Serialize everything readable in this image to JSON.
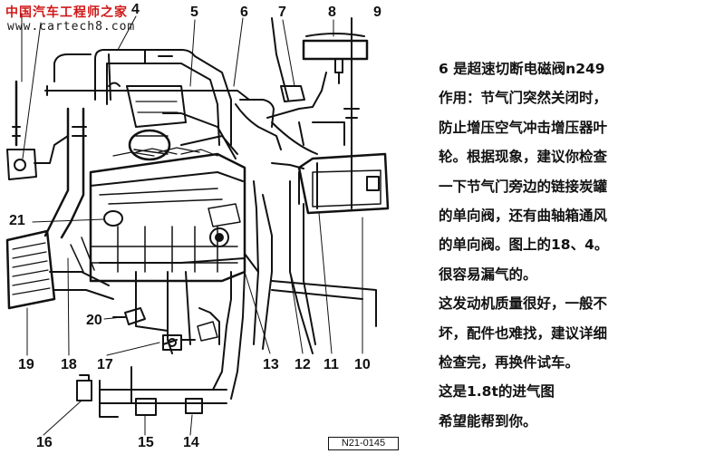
{
  "watermark": {
    "site_name": "中国汽车工程师之家",
    "url": "www.cartech8.com"
  },
  "figure_code": "N21-0145",
  "callouts": {
    "n4": "4",
    "n5": "5",
    "n6": "6",
    "n7": "7",
    "n8": "8",
    "n9": "9",
    "n10": "10",
    "n11": "11",
    "n12": "12",
    "n13": "13",
    "n14": "14",
    "n15": "15",
    "n16": "16",
    "n17": "17",
    "n18": "18",
    "n19": "19",
    "n20": "20",
    "n21": "21"
  },
  "note": {
    "line1": "6 是超速切断电磁阀n249",
    "line2": "作用：节气门突然关闭时，",
    "line3": "防止增压空气冲击增压器叶",
    "line4": "轮。根据现象，建议你检查",
    "line5": "一下节气门旁边的链接炭罐",
    "line6": "的单向阀，还有曲轴箱通风",
    "line7": "的单向阀。图上的18、4。",
    "line8": "很容易漏气的。",
    "line9": "这发动机质量很好，一般不",
    "line10": "坏，配件也难找，建议详细",
    "line11": "检查完，再换件试车。",
    "line12": "这是1.8t的进气图",
    "line13": "希望能帮到你。"
  }
}
